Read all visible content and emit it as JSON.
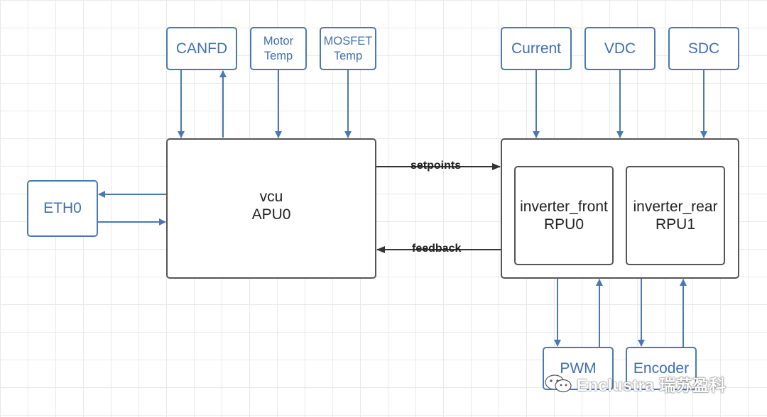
{
  "sensors_left": {
    "canfd": "CANFD",
    "motor_temp": [
      "Motor",
      "Temp"
    ],
    "mosfet_temp": [
      "MOSFET",
      "Temp"
    ]
  },
  "sensors_right": {
    "current": "Current",
    "vdc": "VDC",
    "sdc": "SDC"
  },
  "eth": "ETH0",
  "vcu": {
    "name": "vcu",
    "core": "APU0"
  },
  "inverter_front": {
    "name": "inverter_front",
    "core": "RPU0"
  },
  "inverter_rear": {
    "name": "inverter_rear",
    "core": "RPU1"
  },
  "links": {
    "setpoints": "setpoints",
    "feedback": "feedback"
  },
  "outputs": {
    "pwm": "PWM",
    "encoder": "Encoder"
  },
  "watermark": "Enclustra 瑞苏盈科",
  "colors": {
    "blue": "#4a78b5",
    "dark": "#333333"
  }
}
